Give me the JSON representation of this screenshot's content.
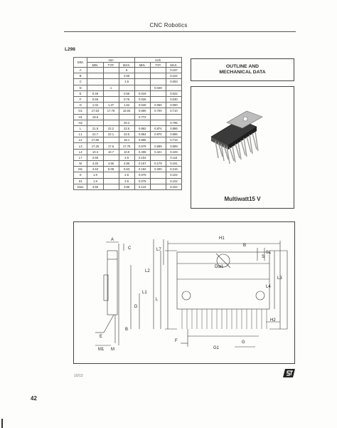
{
  "header": {
    "title": "CNC Robotics"
  },
  "part_id": "L298",
  "table": {
    "group_headers": [
      "DIM.",
      "mm",
      "inch"
    ],
    "columns": [
      "MIN.",
      "TYP.",
      "MAX.",
      "MIN.",
      "TYP.",
      "MAX."
    ],
    "rows": [
      [
        "A",
        "",
        "",
        "5",
        "",
        "",
        "0.197"
      ],
      [
        "B",
        "",
        "",
        "2.65",
        "",
        "",
        "0.104"
      ],
      [
        "C",
        "",
        "",
        "1.6",
        "",
        "",
        "0.063"
      ],
      [
        "D",
        "",
        "1",
        "",
        "",
        "0.039",
        ""
      ],
      [
        "E",
        "0.49",
        "",
        "0.55",
        "0.019",
        "",
        "0.022"
      ],
      [
        "F",
        "0.66",
        "",
        "0.75",
        "0.026",
        "",
        "0.030"
      ],
      [
        "G",
        "1.02",
        "1.27",
        "1.52",
        "0.040",
        "0.050",
        "0.060"
      ],
      [
        "G1",
        "17.53",
        "17.78",
        "18.03",
        "0.690",
        "0.700",
        "0.710"
      ],
      [
        "H1",
        "19.6",
        "",
        "",
        "0.772",
        "",
        ""
      ],
      [
        "H2",
        "",
        "",
        "20.2",
        "",
        "",
        "0.795"
      ],
      [
        "L",
        "21.9",
        "22.2",
        "22.5",
        "0.862",
        "0.874",
        "0.886"
      ],
      [
        "L1",
        "21.7",
        "22.1",
        "22.5",
        "0.854",
        "0.870",
        "0.886"
      ],
      [
        "L2",
        "17.65",
        "",
        "18.1",
        "0.695",
        "",
        "0.713"
      ],
      [
        "L3",
        "17.25",
        "17.5",
        "17.75",
        "0.679",
        "0.689",
        "0.699"
      ],
      [
        "L4",
        "10.3",
        "10.7",
        "10.9",
        "0.406",
        "0.421",
        "0.429"
      ],
      [
        "L7",
        "2.65",
        "",
        "2.9",
        "0.104",
        "",
        "0.114"
      ],
      [
        "M",
        "4.25",
        "4.55",
        "4.85",
        "0.167",
        "0.179",
        "0.191"
      ],
      [
        "M1",
        "4.63",
        "5.08",
        "5.53",
        "0.182",
        "0.200",
        "0.218"
      ],
      [
        "S",
        "1.9",
        "",
        "2.6",
        "0.075",
        "",
        "0.102"
      ],
      [
        "S1",
        "1.9",
        "",
        "2.6",
        "0.075",
        "",
        "0.102"
      ],
      [
        "Dia1",
        "3.65",
        "",
        "3.85",
        "0.144",
        "",
        "0.152"
      ]
    ]
  },
  "outline": {
    "line1": "OUTLINE AND",
    "line2": "MECHANICAL DATA"
  },
  "package_name": "Multiwatt15 V",
  "drawing_labels": {
    "a": "A",
    "b": "B",
    "c": "C",
    "d": "D",
    "e": "E",
    "f": "F",
    "g": "G",
    "g1": "G1",
    "h1": "H1",
    "h2": "H2",
    "l": "L",
    "l1": "L1",
    "l2": "L2",
    "l3": "L3",
    "l4": "L4",
    "l7": "L7",
    "m": "M",
    "m1": "M1",
    "s": "S",
    "s1": "S1",
    "dia1": "Dia1"
  },
  "ref_code": "10/13",
  "page_number": "42"
}
